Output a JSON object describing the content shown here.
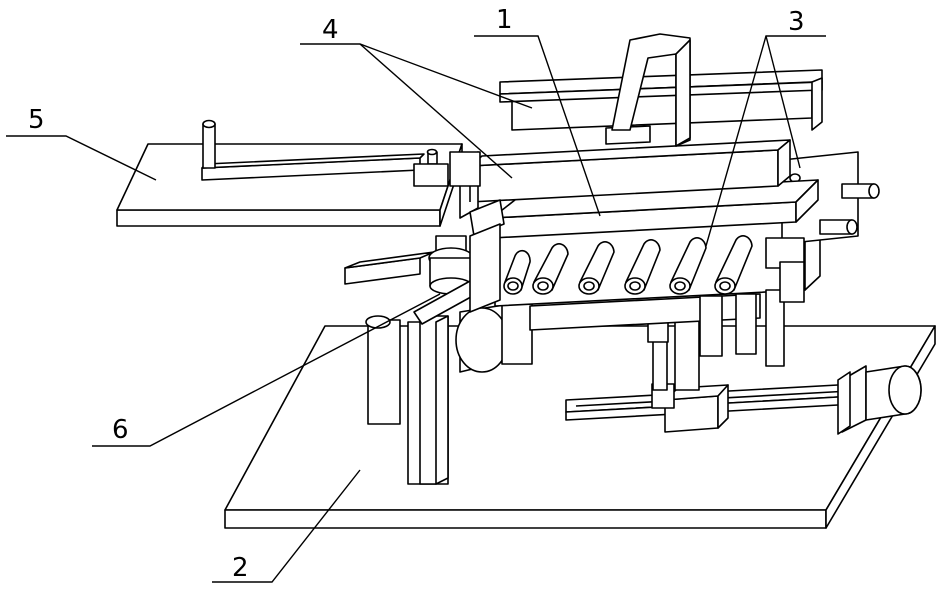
{
  "figure": {
    "labels": [
      {
        "id": "label-1",
        "text": "1"
      },
      {
        "id": "label-2",
        "text": "2"
      },
      {
        "id": "label-3",
        "text": "3"
      },
      {
        "id": "label-4",
        "text": "4"
      },
      {
        "id": "label-5",
        "text": "5"
      },
      {
        "id": "label-6",
        "text": "6"
      }
    ]
  },
  "colors": {
    "line": "#000000",
    "background": "#ffffff"
  }
}
